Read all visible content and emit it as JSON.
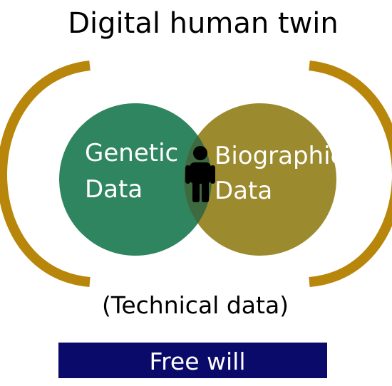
{
  "title": "Digital human twin",
  "genetic": {
    "line1": "Genetic",
    "line2": "Data",
    "color": "#2e8560"
  },
  "biographic": {
    "line1": "Biographic",
    "line2": "Data",
    "color": "#9c8a2e"
  },
  "overlap_color": "#3d6a3e",
  "bracket_color": "#b8860b",
  "person_icon": "person-icon",
  "technical_label": "(Technical data)",
  "banner": {
    "label": "Free will",
    "color": "#0a0a6b"
  }
}
